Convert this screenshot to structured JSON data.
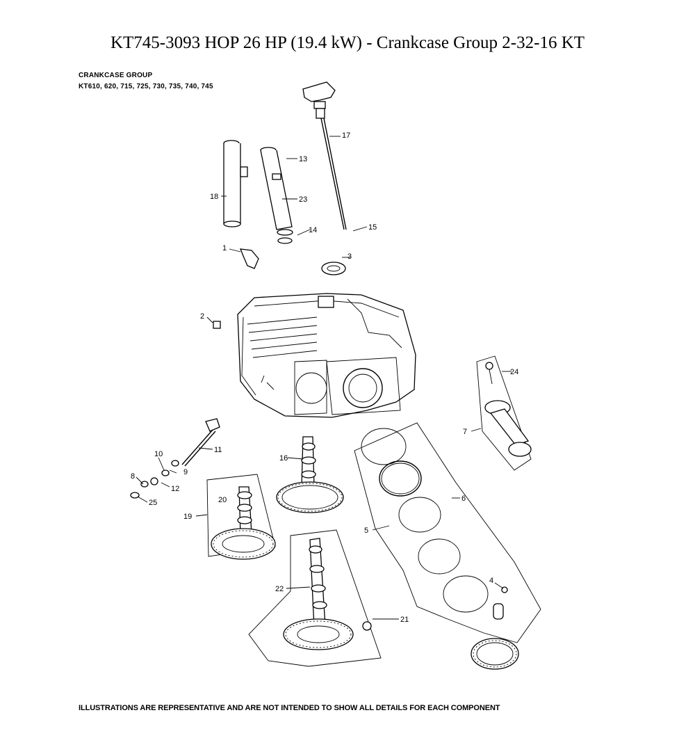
{
  "title": "KT745-3093 HOP 26 HP (19.4 kW) - Crankcase Group 2-32-16 KT",
  "diagram_heading": "CRANKCASE GROUP",
  "models_line": "KT610, 620, 715, 725, 730, 735, 740, 745",
  "disclaimer": "ILLUSTRATIONS ARE REPRESENTATIVE AND ARE NOT INTENDED TO SHOW ALL DETAILS FOR EACH COMPONENT",
  "callouts": {
    "c1": "1",
    "c2": "2",
    "c3": "3",
    "c4": "4",
    "c5": "5",
    "c6": "6",
    "c7": "7",
    "c8": "8",
    "c9": "9",
    "c10": "10",
    "c11": "11",
    "c12": "12",
    "c13": "13",
    "c14": "14",
    "c15": "15",
    "c16": "16",
    "c17": "17",
    "c18": "18",
    "c19": "19",
    "c20": "20",
    "c21": "21",
    "c22": "22",
    "c23": "23",
    "c24": "24",
    "c25": "25"
  }
}
